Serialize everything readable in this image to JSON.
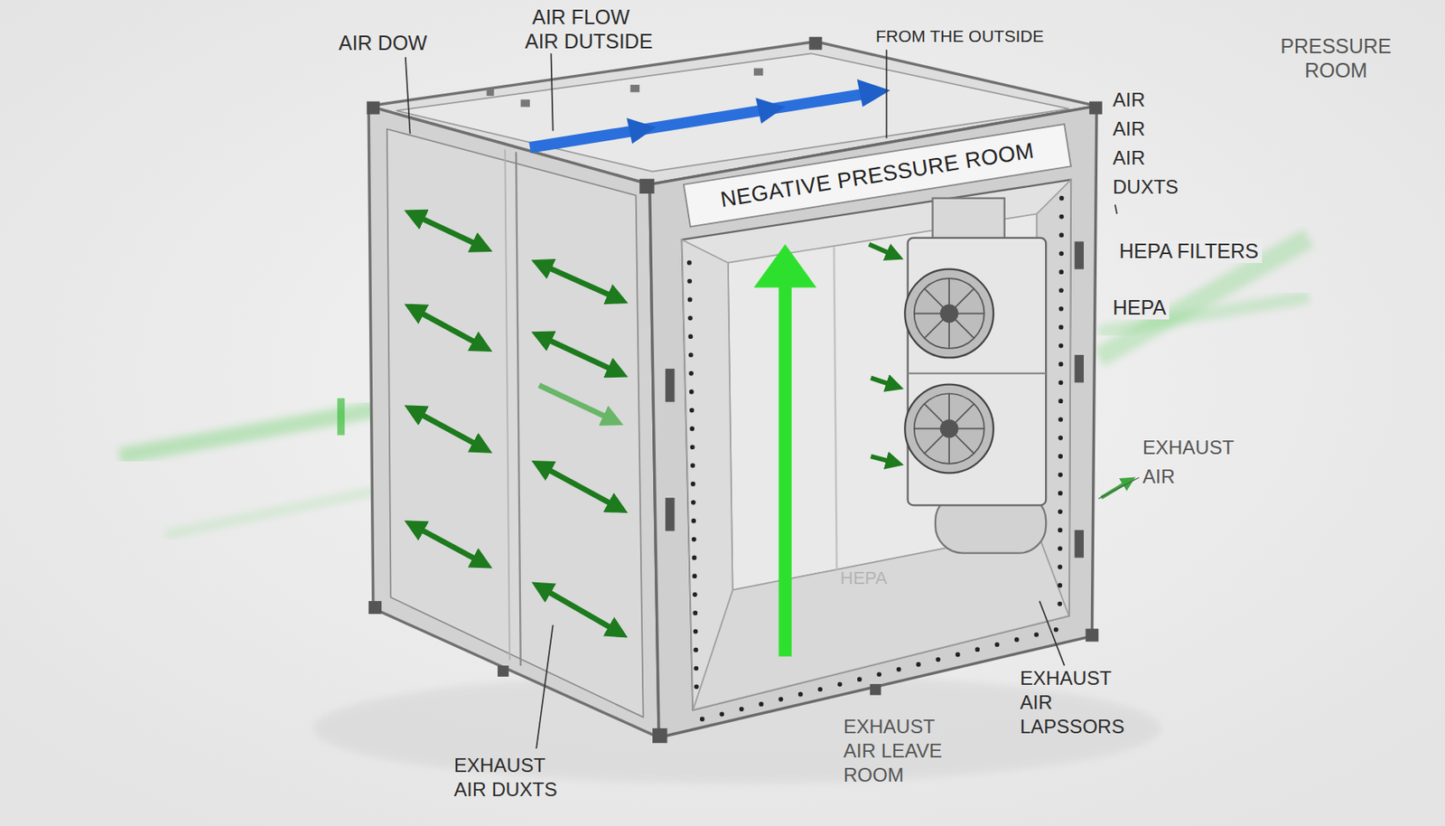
{
  "diagram": {
    "nodes": [
      {
        "text": [
          "NEGATIVE PRESSURE ROOM"
        ]
      }
    ],
    "labels": [
      "AIR DOW",
      "AIR FLOW",
      "AIR DUTSIDE",
      "FROM THE OUTSIDE",
      "PRESSURE ROOM",
      "AIR AIR AIR DUXTS",
      "HEPA FILTERS",
      "HEPA",
      "EXHAUST AIR",
      "HEPA",
      "EXHAUST AIR LAPSSORS",
      "EXHAUST AIR LEAVE ROOM",
      "EXHAUST AIR DUXTS"
    ]
  }
}
